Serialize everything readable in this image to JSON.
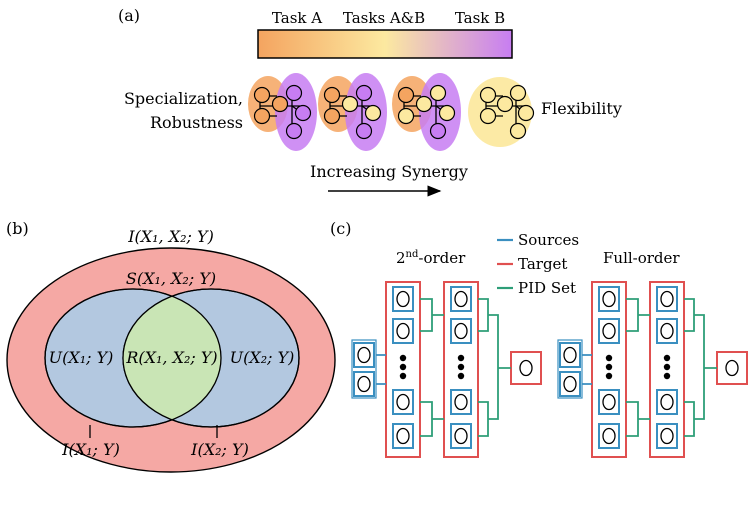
{
  "panel_a": {
    "label": "(a)",
    "colorbar_labels": [
      "Task A",
      "Tasks A&B",
      "Task B"
    ],
    "colors": {
      "task_a": "#f4a460",
      "task_ab": "#fce9a0",
      "task_b": "#c77df2"
    },
    "left_label": [
      "Specialization,",
      "Robustness"
    ],
    "right_label": "Flexibility",
    "arrow_label": "Increasing Synergy"
  },
  "panel_b": {
    "label": "(b)",
    "outer_label": "I(X₁, X₂; Y)",
    "synergy_label": "S(X₁, X₂; Y)",
    "unique1_label": "U(X₁; Y)",
    "redundant_label": "R(X₁, X₂; Y)",
    "unique2_label": "U(X₂; Y)",
    "mi1_label": "I(X₁; Y)",
    "mi2_label": "I(X₂; Y)",
    "colors": {
      "outer": "#f5a8a4",
      "inner": "#b3c8e0",
      "overlap": "#c9e5b5"
    }
  },
  "panel_c": {
    "label": "(c)",
    "title_2nd_base": "2",
    "title_2nd_sup": "nd",
    "title_2nd_rest": "-order",
    "title_full": "Full-order",
    "legend": [
      {
        "label": "Sources",
        "color": "#3a8fc0"
      },
      {
        "label": "Target",
        "color": "#e05050"
      },
      {
        "label": "PID Set",
        "color": "#2e9e78"
      }
    ]
  }
}
